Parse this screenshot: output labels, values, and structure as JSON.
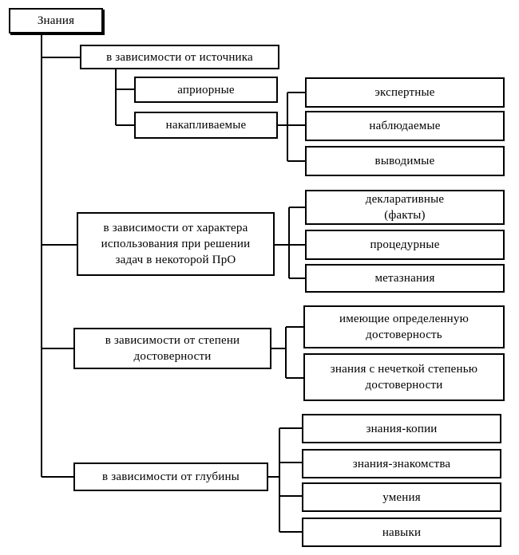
{
  "root": {
    "label": "Знания"
  },
  "groups": [
    {
      "label": "в зависимости от источника",
      "children": [
        {
          "label": "априорные"
        },
        {
          "label": "накапливаемые",
          "children": [
            "экспертные",
            "наблюдаемые",
            "выводимые"
          ]
        }
      ]
    },
    {
      "label_lines": [
        "в зависимости от характера",
        "использования при решении",
        "задач в некоторой ПрО"
      ],
      "children": [
        {
          "label_lines": [
            "декларативные",
            "(факты)"
          ]
        },
        {
          "label": "процедурные"
        },
        {
          "label": "метазнания"
        }
      ]
    },
    {
      "label_lines": [
        "в зависимости от степени",
        "достоверности"
      ],
      "children": [
        {
          "label_lines": [
            "имеющие определенную",
            "достоверность"
          ]
        },
        {
          "label_lines": [
            "знания с нечеткой степенью",
            "достоверности"
          ]
        }
      ]
    },
    {
      "label": "в зависимости от глубины",
      "children": [
        {
          "label": "знания-копии"
        },
        {
          "label": "знания-знакомства"
        },
        {
          "label": "умения"
        },
        {
          "label": "навыки"
        }
      ]
    }
  ]
}
